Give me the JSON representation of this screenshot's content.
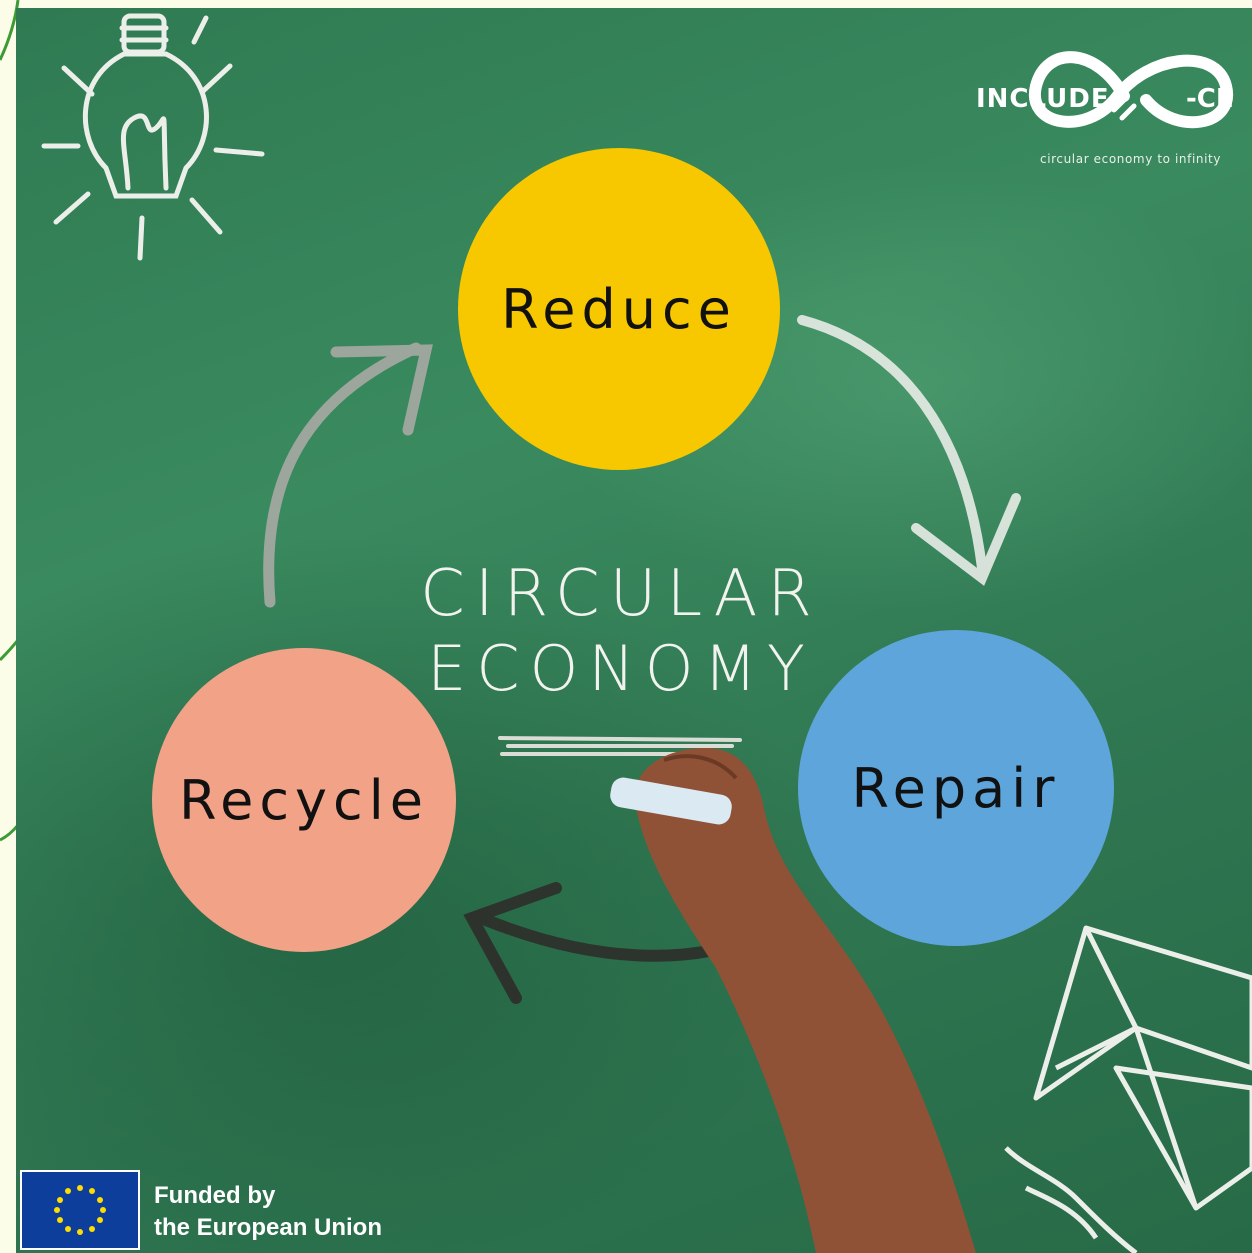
{
  "colors": {
    "board": "#2f7a52",
    "reduce": "#f7c800",
    "repair": "#5ea5dc",
    "recycle": "#f2a287",
    "chalk": "#f2f2ee",
    "eu_blue": "#0d3e9c",
    "eu_star": "#ffdd00"
  },
  "logo": {
    "brand_left": "INCLUDE",
    "brand_right": "-CE",
    "tagline": "circular economy to infinity"
  },
  "cycle": {
    "title_line1": "CIRCULAR",
    "title_line2": "ECONOMY",
    "steps": [
      {
        "label": "Reduce"
      },
      {
        "label": "Repair"
      },
      {
        "label": "Recycle"
      }
    ]
  },
  "footer": {
    "line1": "Funded by",
    "line2": "the European Union"
  },
  "icons": [
    "lightbulb-icon",
    "paper-plane-icon",
    "infinity-logo-icon",
    "eu-flag-icon"
  ]
}
